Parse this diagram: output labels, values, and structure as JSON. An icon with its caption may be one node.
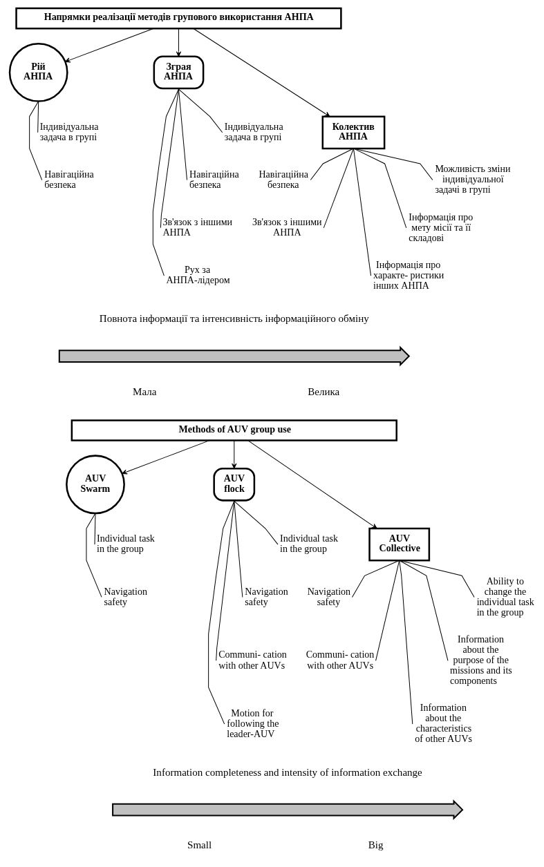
{
  "diagram": {
    "nodes": [
      {
        "text": [
          "Напрямки реалізації методів групового використання АНПА"
        ]
      },
      {
        "text": [
          "Рій АНПА"
        ]
      },
      {
        "text": [
          "Зграя АНПА"
        ]
      },
      {
        "text": [
          "Колектив АНПА"
        ]
      },
      {
        "text": [
          "Індивідуальна задача в групі"
        ]
      },
      {
        "text": [
          "Навігаційна безпека"
        ]
      },
      {
        "text": [
          "Індивідуальна задача в групі"
        ]
      },
      {
        "text": [
          "Навігаційна безпека"
        ]
      },
      {
        "text": [
          "Зв'язок з іншими АНПА"
        ]
      },
      {
        "text": [
          "Рух за АНПА-лідером"
        ]
      },
      {
        "text": [
          "Можливість зміни індивідуальної задачі в групі"
        ]
      },
      {
        "text": [
          "Навігаційна безпека"
        ]
      },
      {
        "text": [
          "Зв'язок з іншими АНПА"
        ]
      },
      {
        "text": [
          "Інформація про мету місії та її складові"
        ]
      },
      {
        "text": [
          "Інформація про характе- ристики інших АНПА"
        ]
      },
      {
        "text": [],
        "shape": "arrow"
      },
      {
        "text": [
          "Methods of AUV group use"
        ]
      },
      {
        "text": [
          "AUV Swarm"
        ]
      },
      {
        "text": [
          "AUV flock"
        ]
      },
      {
        "text": [
          "AUV Collective"
        ]
      },
      {
        "text": [
          "Individual task in the group"
        ]
      },
      {
        "text": [
          "Navigation safety"
        ]
      },
      {
        "text": [
          "Individual task in the group"
        ]
      },
      {
        "text": [
          "Navigation safety"
        ]
      },
      {
        "text": [
          "Communi- cation with other AUVs"
        ]
      },
      {
        "text": [
          "Motion for following the leader-AUV"
        ]
      },
      {
        "text": [
          "Ability to change the individual task in the group"
        ]
      },
      {
        "text": [
          "Navigation safety"
        ]
      },
      {
        "text": [
          "Communi- cation with other AUVs"
        ]
      },
      {
        "text": [
          "Information about the purpose of the missions and its components"
        ]
      },
      {
        "text": [
          "Information about the characteristics of other AUVs"
        ]
      },
      {
        "text": [],
        "shape": "arrow"
      }
    ],
    "edges": [
      {
        "from": 0,
        "to": 1,
        "arrow": "to"
      },
      {
        "from": 0,
        "to": 2,
        "arrow": "to"
      },
      {
        "from": 0,
        "to": 3,
        "arrow": "to"
      },
      {
        "from": 1,
        "to": 4,
        "arrow": "none"
      },
      {
        "from": 1,
        "to": 5,
        "arrow": "none"
      },
      {
        "from": 2,
        "to": 6,
        "arrow": "none"
      },
      {
        "from": 2,
        "to": 7,
        "arrow": "none"
      },
      {
        "from": 2,
        "to": 8,
        "arrow": "none"
      },
      {
        "from": 2,
        "to": 9,
        "arrow": "none"
      },
      {
        "from": 3,
        "to": 10,
        "arrow": "none"
      },
      {
        "from": 3,
        "to": 11,
        "arrow": "none"
      },
      {
        "from": 3,
        "to": 12,
        "arrow": "none"
      },
      {
        "from": 3,
        "to": 13,
        "arrow": "none"
      },
      {
        "from": 3,
        "to": 14,
        "arrow": "none"
      },
      {
        "from": 16,
        "to": 17,
        "arrow": "to"
      },
      {
        "from": 16,
        "to": 18,
        "arrow": "to"
      },
      {
        "from": 16,
        "to": 19,
        "arrow": "to"
      },
      {
        "from": 17,
        "to": 20,
        "arrow": "none"
      },
      {
        "from": 17,
        "to": 21,
        "arrow": "none"
      },
      {
        "from": 18,
        "to": 22,
        "arrow": "none"
      },
      {
        "from": 18,
        "to": 23,
        "arrow": "none"
      },
      {
        "from": 18,
        "to": 24,
        "arrow": "none"
      },
      {
        "from": 18,
        "to": 25,
        "arrow": "none"
      },
      {
        "from": 19,
        "to": 26,
        "arrow": "none"
      },
      {
        "from": 19,
        "to": 27,
        "arrow": "none"
      },
      {
        "from": 19,
        "to": 28,
        "arrow": "none"
      },
      {
        "from": 19,
        "to": 29,
        "arrow": "none"
      },
      {
        "from": 19,
        "to": 30,
        "arrow": "none"
      }
    ],
    "labels": [
      "Повнота інформації та інтенсивність інформаційного обміну",
      "Мала",
      "Велика",
      "Information completeness and intensity of information exchange",
      "Small",
      "Big"
    ]
  }
}
